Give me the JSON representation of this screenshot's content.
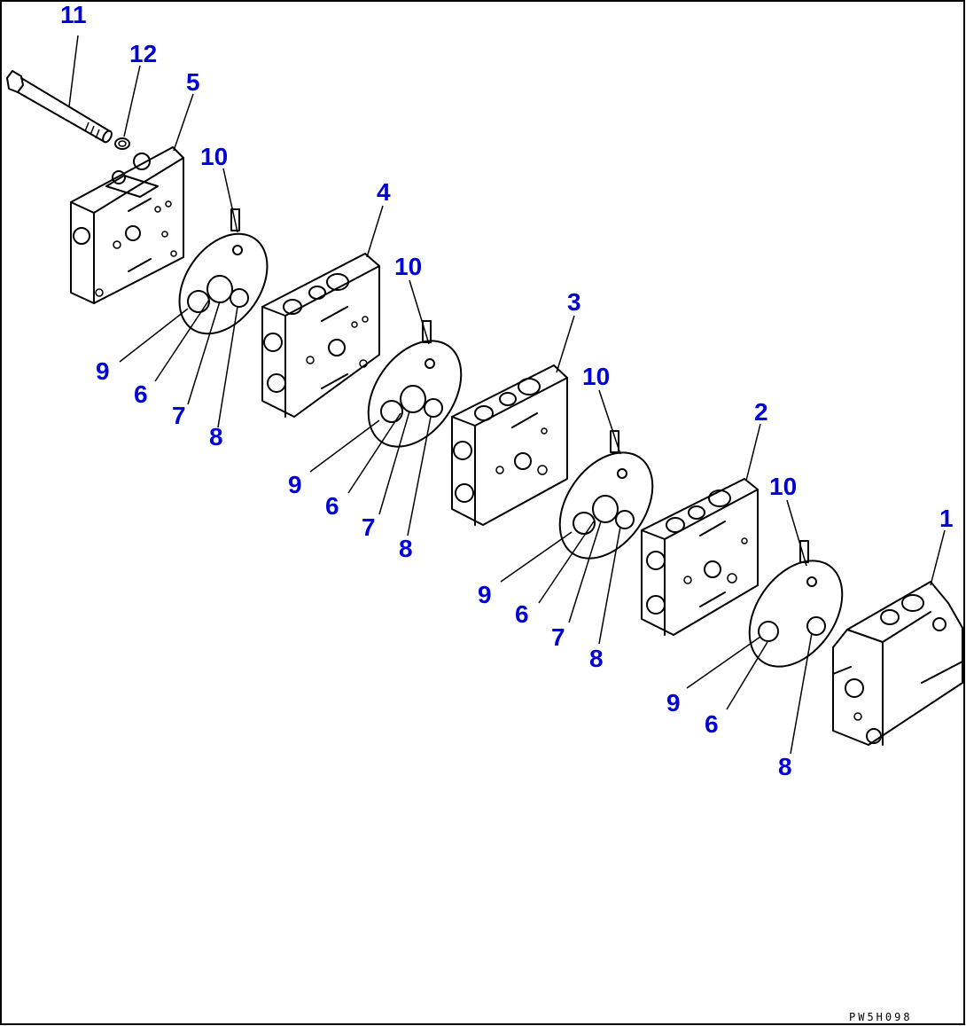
{
  "diagram": {
    "document_id": "PW5H098",
    "callouts": [
      {
        "id": "c11",
        "text": "11"
      },
      {
        "id": "c12",
        "text": "12"
      },
      {
        "id": "c5",
        "text": "5"
      },
      {
        "id": "c10a",
        "text": "10"
      },
      {
        "id": "c4",
        "text": "4"
      },
      {
        "id": "c9a",
        "text": "9"
      },
      {
        "id": "c6a",
        "text": "6"
      },
      {
        "id": "c7a",
        "text": "7"
      },
      {
        "id": "c8a",
        "text": "8"
      },
      {
        "id": "c10b",
        "text": "10"
      },
      {
        "id": "c3",
        "text": "3"
      },
      {
        "id": "c9b",
        "text": "9"
      },
      {
        "id": "c6b",
        "text": "6"
      },
      {
        "id": "c7b",
        "text": "7"
      },
      {
        "id": "c8b",
        "text": "8"
      },
      {
        "id": "c10c",
        "text": "10"
      },
      {
        "id": "c2",
        "text": "2"
      },
      {
        "id": "c9c",
        "text": "9"
      },
      {
        "id": "c6c",
        "text": "6"
      },
      {
        "id": "c7c",
        "text": "7"
      },
      {
        "id": "c8c",
        "text": "8"
      },
      {
        "id": "c10d",
        "text": "10"
      },
      {
        "id": "c1",
        "text": "1"
      },
      {
        "id": "c9d",
        "text": "9"
      },
      {
        "id": "c6d",
        "text": "6"
      },
      {
        "id": "c8d",
        "text": "8"
      }
    ]
  }
}
